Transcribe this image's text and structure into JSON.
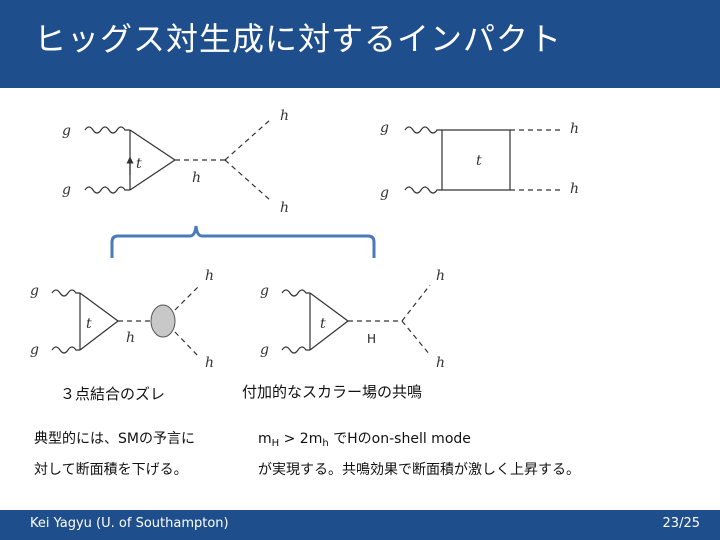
{
  "slide": {
    "title": "ヒッグス対生成に対するインパクト",
    "left_label": "３点結合のズレ",
    "right_label": "付加的なスカラー場の共鳴",
    "left_caption_1": "典型的には、SMの予言に",
    "left_caption_2": "対して断面積を下げる。",
    "right_caption_1_pre": "m",
    "right_caption_1_sub1": "H",
    "right_caption_1_mid": " > 2m",
    "right_caption_1_sub2": "h",
    "right_caption_1_post": " でHのon-shell mode",
    "right_caption_2": "が実現する。共鳴効果で断面積が激しく上昇する。",
    "footer_author": "Kei Yagyu (U. of Southampton)",
    "footer_page": "23/25"
  },
  "diagram_labels": {
    "g": "g",
    "t": "t",
    "h": "h",
    "H": "H"
  },
  "colors": {
    "header_bg": "#1f4e8c",
    "brace": "#4a7ab8",
    "blob": "#c8c8c8"
  }
}
